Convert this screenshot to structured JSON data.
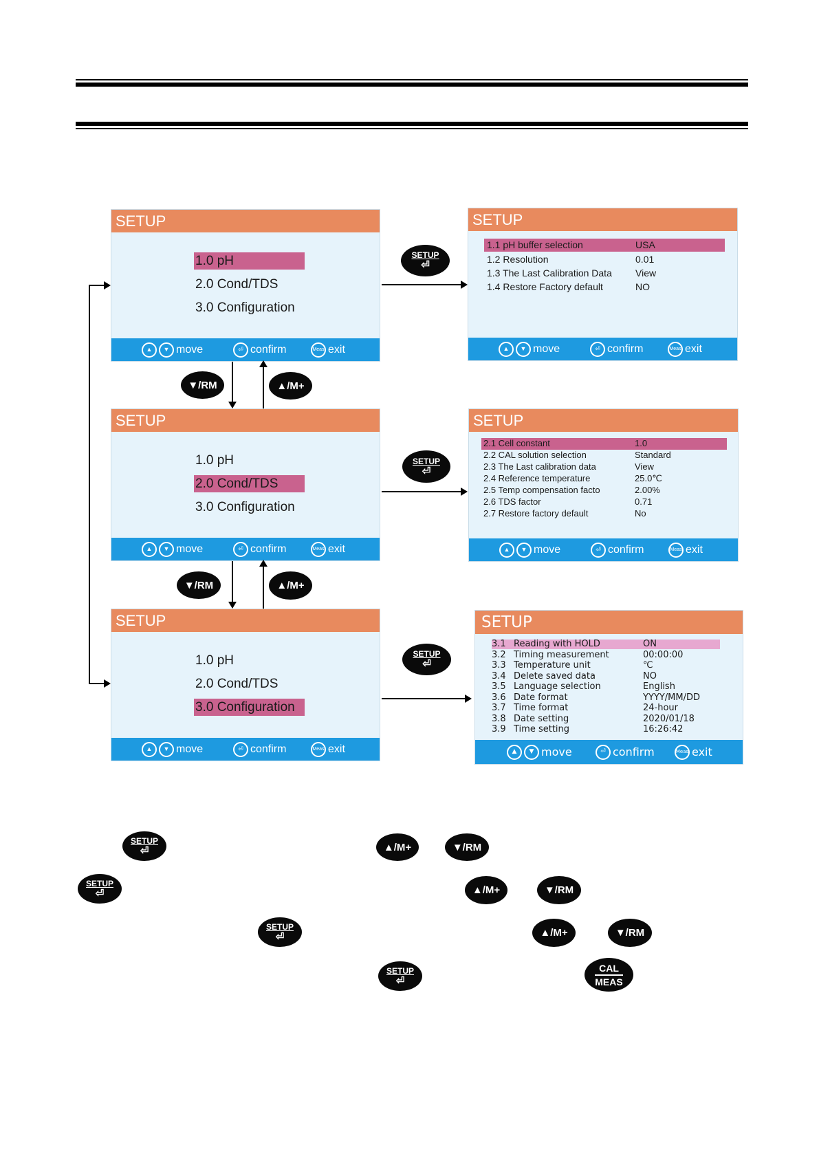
{
  "keys": {
    "setup_top": "SETUP",
    "enter_glyph": "⏎",
    "up": "▲/M+",
    "down": "▼/RM",
    "cal_top": "CAL",
    "cal_bottom": "MEAS"
  },
  "screen_common": {
    "title": "SETUP",
    "up_glyph": "▲",
    "down_glyph": "▼",
    "move": "move",
    "enter_glyph": "⏎",
    "confirm": "confirm",
    "meas_glyph": "Meas",
    "exit": "exit"
  },
  "main_menu": [
    "1.0 pH",
    "2.0 Cond/TDS",
    "3.0 Configuration"
  ],
  "ph_menu": [
    {
      "label": "1.1 pH buffer selection",
      "value": "USA"
    },
    {
      "label": "1.2 Resolution",
      "value": "0.01"
    },
    {
      "label": "1.3 The Last Calibration Data",
      "value": "View"
    },
    {
      "label": "1.4 Restore Factory default",
      "value": "NO"
    }
  ],
  "cond_menu": [
    {
      "label": "2.1 Cell constant",
      "value": "1.0"
    },
    {
      "label": "2.2 CAL solution selection",
      "value": "Standard"
    },
    {
      "label": "2.3 The Last calibration data",
      "value": "View"
    },
    {
      "label": "2.4 Reference temperature",
      "value": "25.0℃"
    },
    {
      "label": "2.5 Temp compensation facto",
      "value": "2.00%"
    },
    {
      "label": "2.6 TDS factor",
      "value": "0.71"
    },
    {
      "label": "2.7 Restore factory default",
      "value": "No"
    }
  ],
  "config_menu": [
    {
      "num": "3.1",
      "label": "Reading with HOLD",
      "value": "ON"
    },
    {
      "num": "3.2",
      "label": "Timing measurement",
      "value": "00:00:00"
    },
    {
      "num": "3.3",
      "label": "Temperature unit",
      "value": "℃"
    },
    {
      "num": "3.4",
      "label": "Delete saved data",
      "value": "NO"
    },
    {
      "num": "3.5",
      "label": "Language selection",
      "value": "English"
    },
    {
      "num": "3.6",
      "label": "Date format",
      "value": "YYYY/MM/DD"
    },
    {
      "num": "3.7",
      "label": "Time format",
      "value": "24-hour"
    },
    {
      "num": "3.8",
      "label": "Date setting",
      "value": "2020/01/18"
    },
    {
      "num": "3.9",
      "label": "Time setting",
      "value": "16:26:42"
    }
  ]
}
